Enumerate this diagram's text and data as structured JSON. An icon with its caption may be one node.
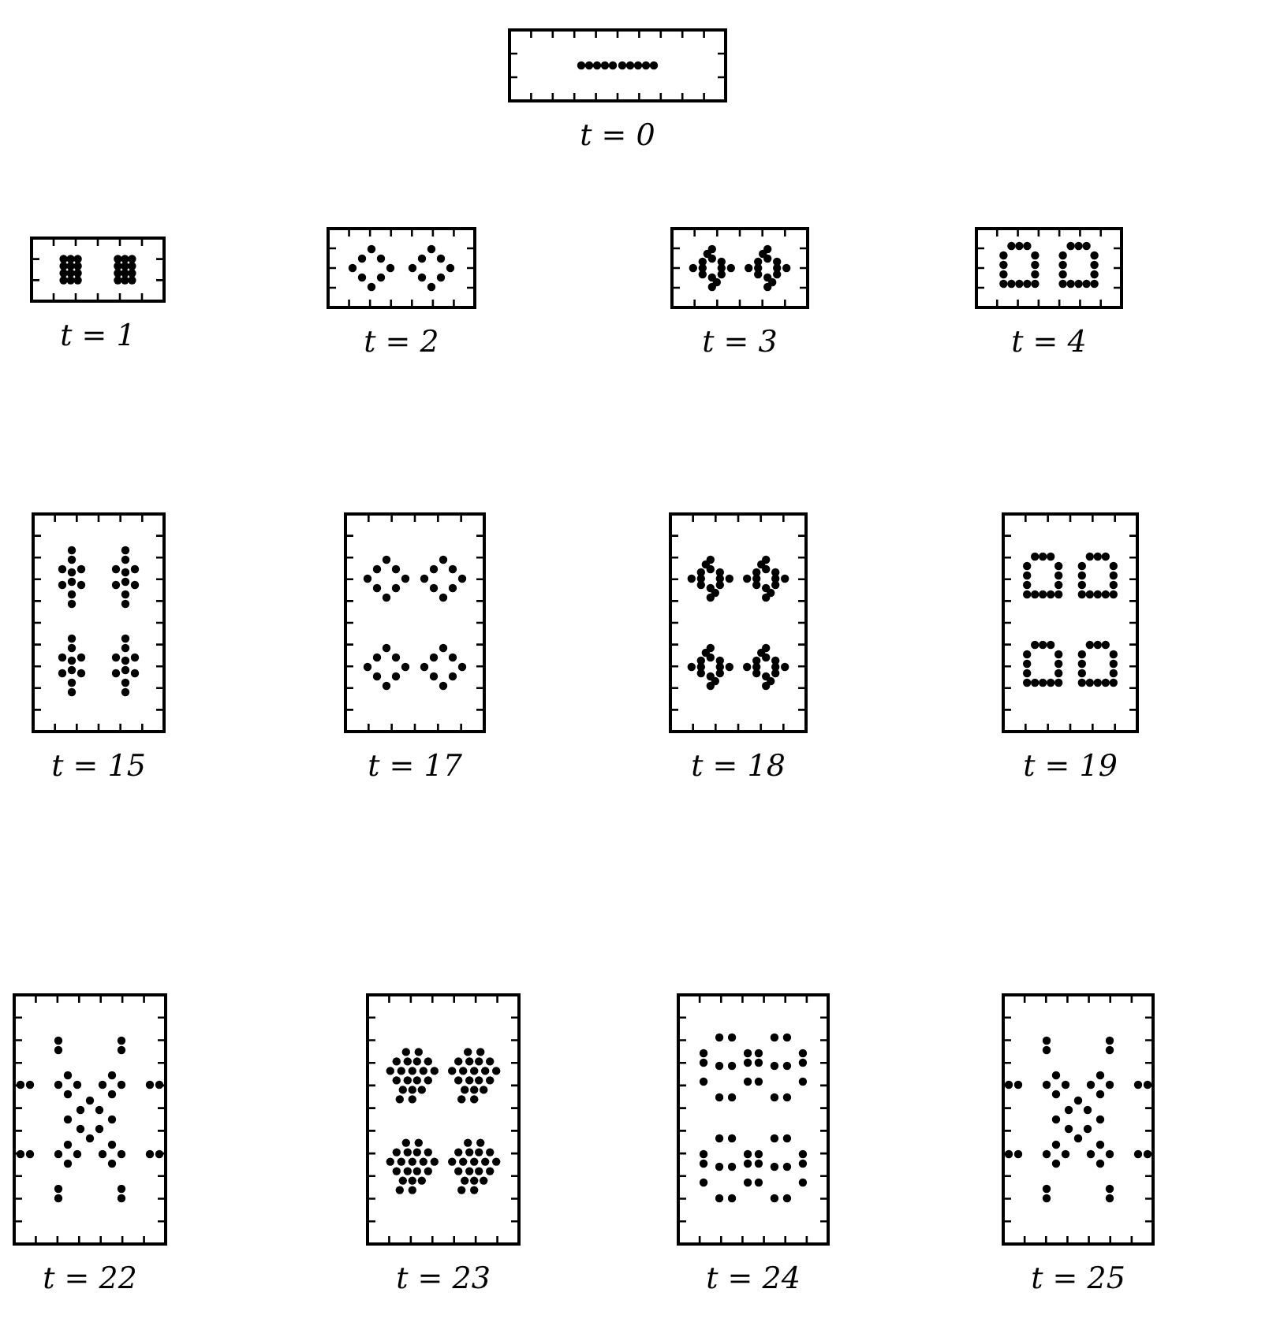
{
  "diagram": {
    "nodes": [
      {
        "text": [
          "t = 0"
        ]
      },
      {
        "text": [
          "t = 1"
        ]
      },
      {
        "text": [
          "t = 2"
        ]
      },
      {
        "text": [
          "t = 3"
        ]
      },
      {
        "text": [
          "t = 4"
        ]
      },
      {
        "text": [
          "t = 15"
        ]
      },
      {
        "text": [
          "t = 17"
        ]
      },
      {
        "text": [
          "t = 18"
        ]
      },
      {
        "text": [
          "t = 19"
        ]
      },
      {
        "text": [
          "t = 22"
        ]
      },
      {
        "text": [
          "t = 23"
        ]
      },
      {
        "text": [
          "t = 24"
        ]
      },
      {
        "text": [
          "t = 25"
        ]
      }
    ]
  }
}
